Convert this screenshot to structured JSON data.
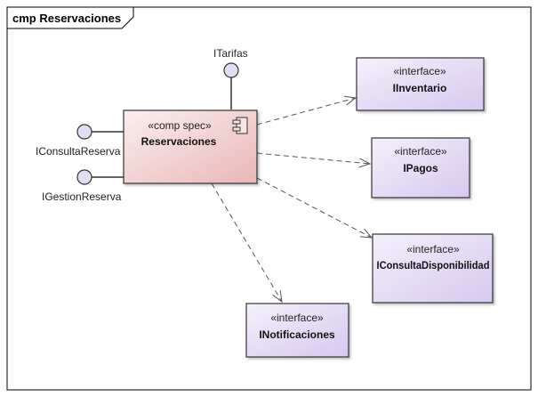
{
  "diagram": {
    "frame_title": "cmp Reservaciones",
    "component": {
      "stereotype": "«comp spec»",
      "name": "Reservaciones"
    },
    "provided_interfaces": [
      {
        "label": "ITarifas"
      },
      {
        "label": "IConsultaReserva"
      },
      {
        "label": "IGestionReserva"
      }
    ],
    "required_interfaces": [
      {
        "stereotype": "«interface»",
        "name": "IInventario"
      },
      {
        "stereotype": "«interface»",
        "name": "IPagos"
      },
      {
        "stereotype": "«interface»",
        "name": "IConsultaDisponibilidad"
      },
      {
        "stereotype": "«interface»",
        "name": "INotificaciones"
      }
    ],
    "colors": {
      "component_fill_start": "#fbeeee",
      "component_fill_end": "#e9b7b7",
      "interface_fill_start": "#f4f0fb",
      "interface_fill_end": "#d6c8ef",
      "lollipop_fill": "#e4dcf2",
      "border": "#333333",
      "dependency_line": "#555555"
    }
  }
}
